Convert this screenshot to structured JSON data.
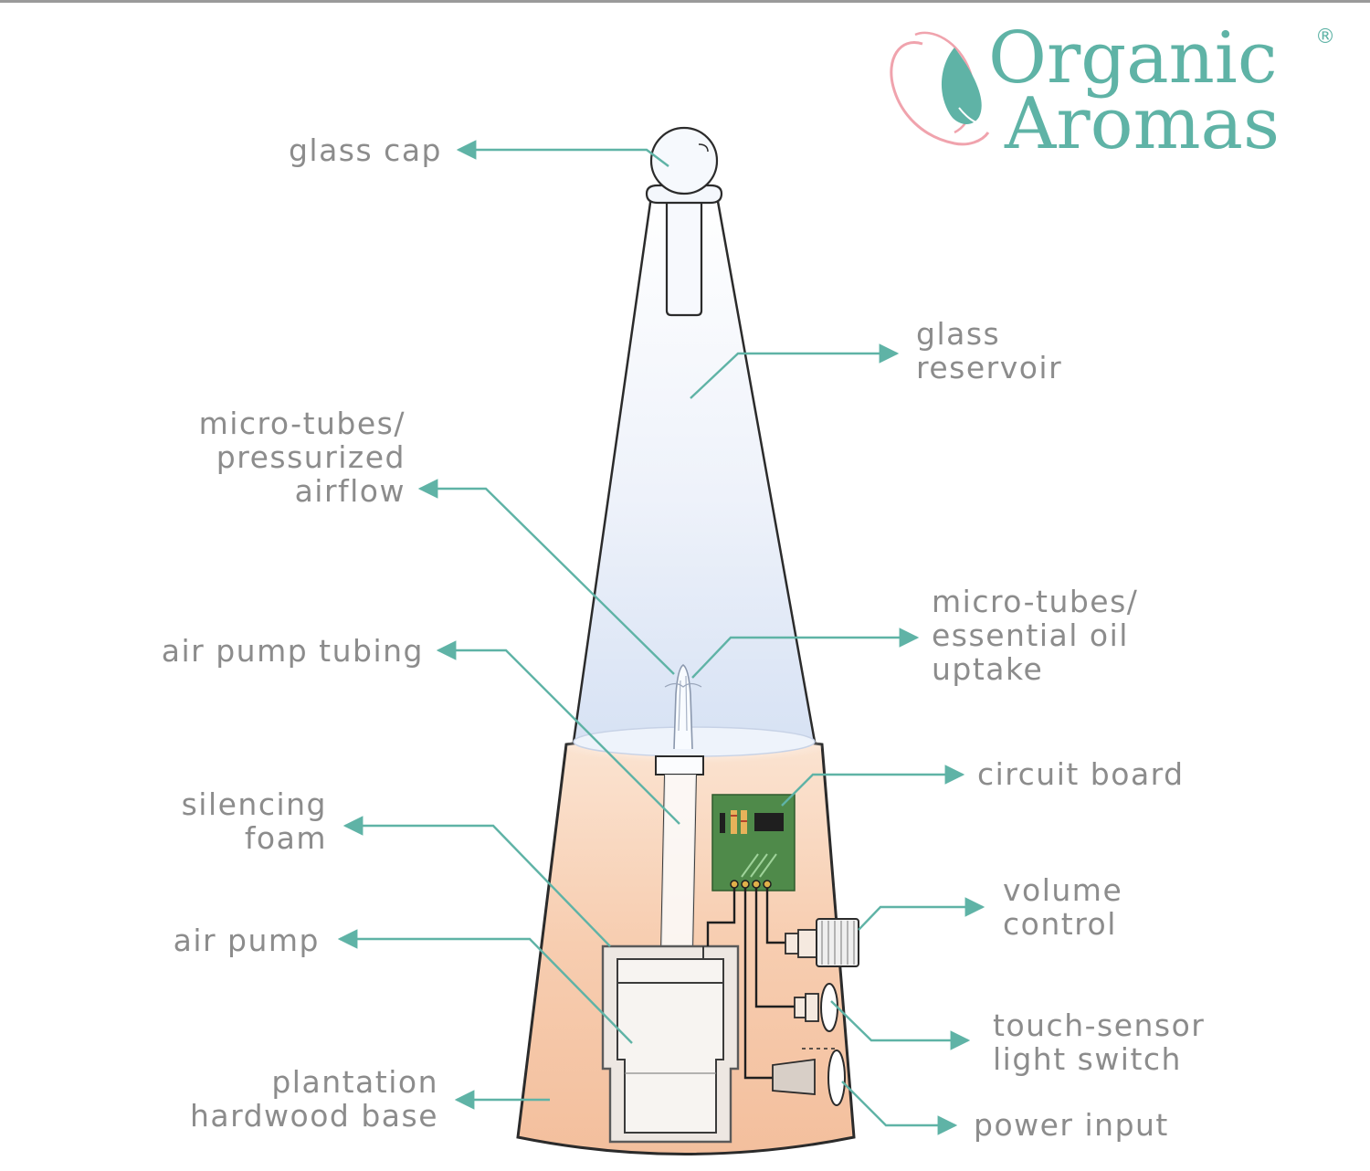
{
  "brand": {
    "line1": "Organic",
    "line2": "Aromas",
    "registered": "®",
    "color_primary": "#5fb3a6",
    "color_accent": "#f0a3ad"
  },
  "callouts": {
    "glass_cap": [
      "glass cap"
    ],
    "glass_reservoir": [
      "glass",
      "reservoir"
    ],
    "micro_tubes_airflow": [
      "micro-tubes/",
      "pressurized",
      "airflow"
    ],
    "air_pump_tubing": [
      "air pump tubing"
    ],
    "micro_tubes_oil": [
      "micro-tubes/",
      "essential oil",
      "uptake"
    ],
    "circuit_board": [
      "circuit board"
    ],
    "silencing_foam": [
      "silencing",
      "foam"
    ],
    "volume_control": [
      "volume",
      "control"
    ],
    "air_pump": [
      "air pump"
    ],
    "touch_sensor": [
      "touch-sensor",
      "light switch"
    ],
    "plantation_base": [
      "plantation",
      "hardwood base"
    ],
    "power_input": [
      "power input"
    ]
  },
  "colors": {
    "leader": "#5fb3a6",
    "label": "#8c8c8c",
    "outline": "#2b2b2b",
    "wood": "#f6c8a8",
    "glass": "#dfe8f6",
    "pcb": "#4f8a4a"
  }
}
